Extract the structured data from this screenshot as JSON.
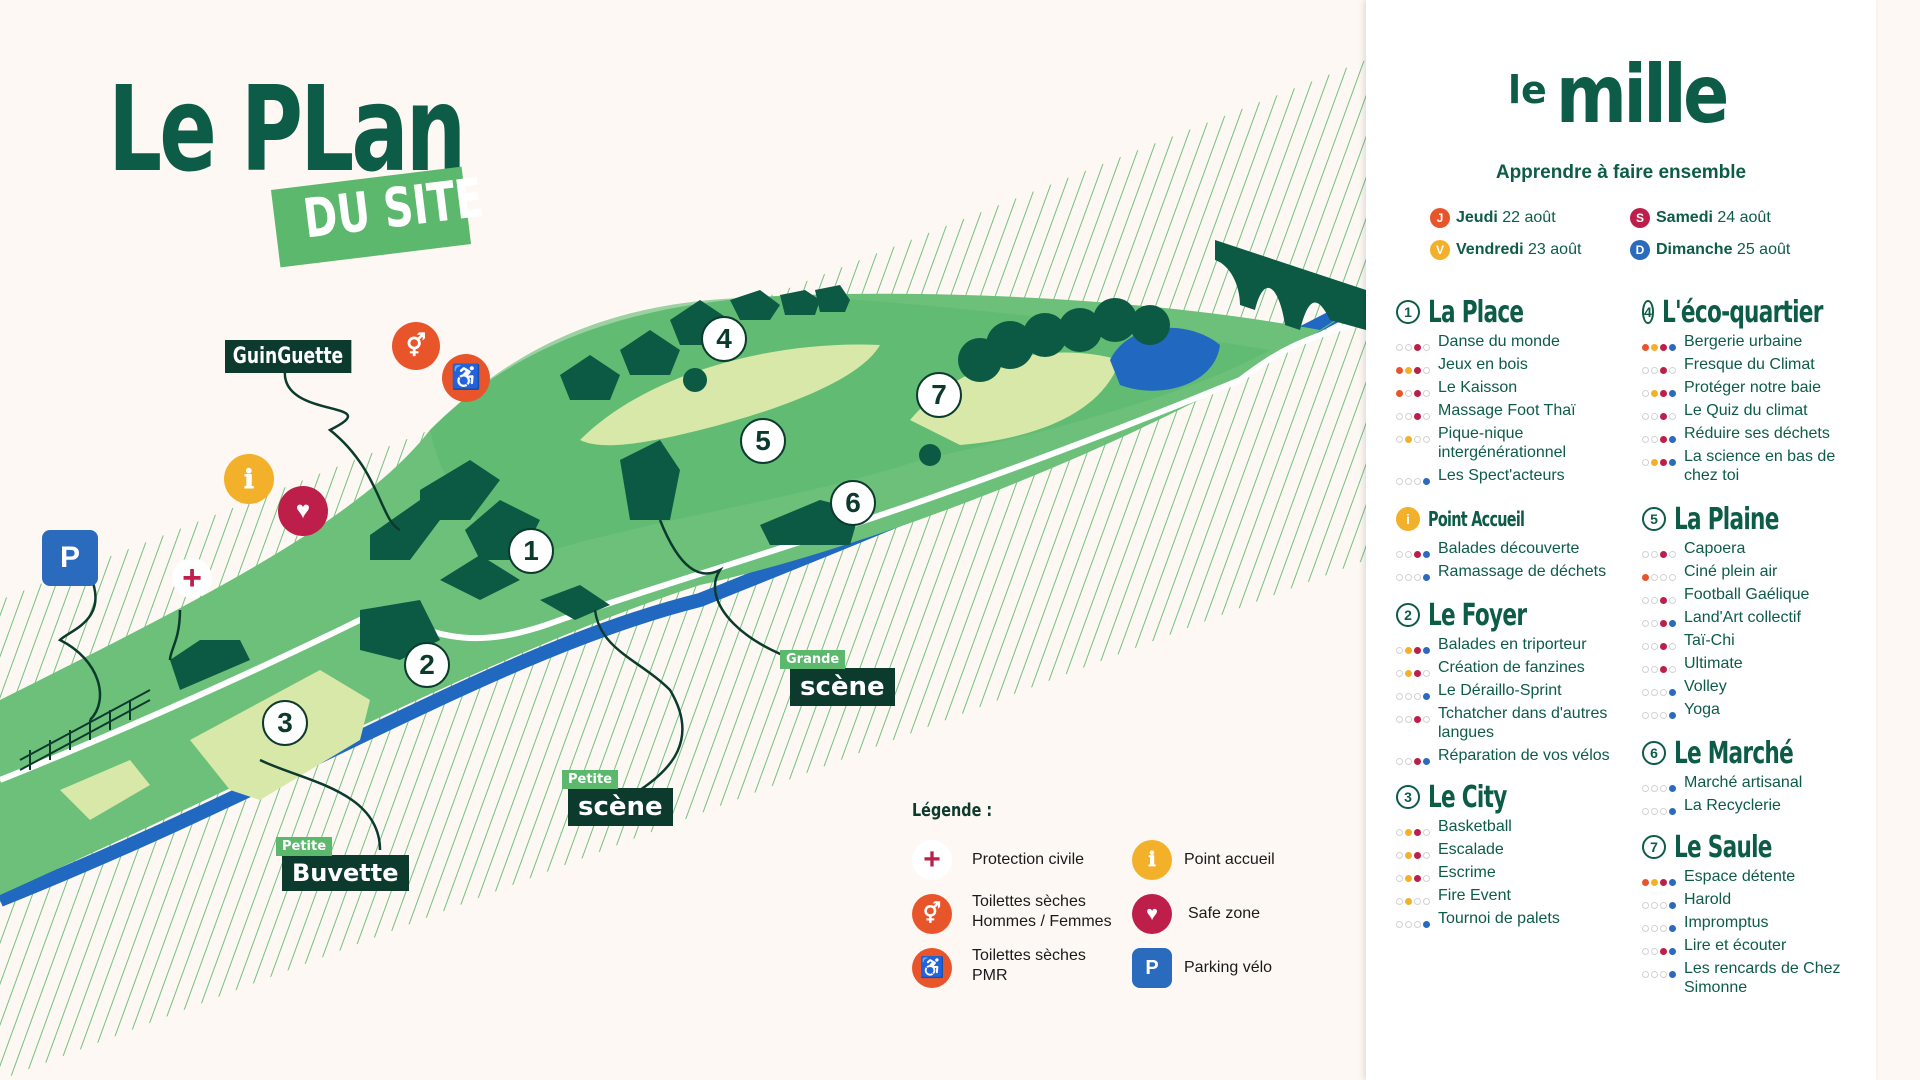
{
  "title": {
    "main": "Le PLan",
    "sub": "DU SITE"
  },
  "colors": {
    "dark_green": "#0c3b2e",
    "mid_green": "#5cb86c",
    "light_green": "#6cc07a",
    "pale": "#d8e8a8",
    "river": "#2068c0",
    "J": "#e8552b",
    "V": "#f3b02a",
    "S": "#bd1f4a",
    "D": "#2a6bbd",
    "background": "#fdf8f3"
  },
  "map_labels": {
    "guinguette": "GuinGuette",
    "grande_mini": "Grande",
    "grande": "scène",
    "petite_scene_mini": "Petite",
    "petite_scene": "scène",
    "petite_buvette_mini": "Petite",
    "petite_buvette": "Buvette",
    "numbers": [
      "1",
      "2",
      "3",
      "4",
      "5",
      "6",
      "7"
    ]
  },
  "map_icons": [
    "toilets-icon",
    "accessible-icon",
    "info-icon",
    "safe-zone-icon",
    "first-aid-icon",
    "bike-parking-icon"
  ],
  "legend": {
    "title": "Légende :",
    "items": [
      {
        "icon": "first-aid-icon",
        "label": "Protection civile"
      },
      {
        "icon": "info-icon",
        "label": "Point accueil"
      },
      {
        "icon": "toilets-icon",
        "label": "Toilettes sèches\nHommes / Femmes"
      },
      {
        "icon": "safe-zone-icon",
        "label": "Safe zone"
      },
      {
        "icon": "accessible-icon",
        "label": "Toilettes sèches\nPMR"
      },
      {
        "icon": "bike-parking-icon",
        "label": "Parking vélo"
      }
    ]
  },
  "panel": {
    "logo": {
      "le": "le",
      "name": "mille"
    },
    "tagline": "Apprendre à faire ensemble",
    "days": [
      {
        "letter": "J",
        "name": "Jeudi",
        "date": "22 août"
      },
      {
        "letter": "S",
        "name": "Samedi",
        "date": "24 août"
      },
      {
        "letter": "V",
        "name": "Vendredi",
        "date": "23 août"
      },
      {
        "letter": "D",
        "name": "Dimanche",
        "date": "25 août"
      }
    ],
    "left_sections": [
      {
        "num": "1",
        "title": "La Place",
        "activities": [
          {
            "label": "Danse du monde",
            "days": "S"
          },
          {
            "label": "Jeux en bois",
            "days": "JVS"
          },
          {
            "label": "Le Kaisson",
            "days": "JS"
          },
          {
            "label": "Massage Foot Thaï",
            "days": "S"
          },
          {
            "label": "Pique-nique intergénérationnel",
            "days": "V"
          },
          {
            "label": "Les Spect'acteurs",
            "days": "D"
          }
        ]
      },
      {
        "num": "i",
        "title": "Point Accueil",
        "activities": [
          {
            "label": "Balades découverte",
            "days": "SD"
          },
          {
            "label": "Ramassage de déchets",
            "days": "D"
          }
        ]
      },
      {
        "num": "2",
        "title": "Le Foyer",
        "activities": [
          {
            "label": "Balades en triporteur",
            "days": "VSD"
          },
          {
            "label": "Création de fanzines",
            "days": "VS"
          },
          {
            "label": "Le Déraillo-Sprint",
            "days": "D"
          },
          {
            "label": "Tchatcher dans d'autres langues",
            "days": "S"
          },
          {
            "label": "Réparation de vos vélos",
            "days": "SD"
          }
        ]
      },
      {
        "num": "3",
        "title": "Le City",
        "activities": [
          {
            "label": "Basketball",
            "days": "VS"
          },
          {
            "label": "Escalade",
            "days": "VS"
          },
          {
            "label": "Escrime",
            "days": "VS"
          },
          {
            "label": "Fire Event",
            "days": "V"
          },
          {
            "label": "Tournoi de palets",
            "days": "D"
          }
        ]
      }
    ],
    "right_sections": [
      {
        "num": "4",
        "title": "L'éco-quartier",
        "activities": [
          {
            "label": "Bergerie urbaine",
            "days": "JVSD"
          },
          {
            "label": "Fresque du Climat",
            "days": "S"
          },
          {
            "label": "Protéger notre baie",
            "days": "VSD"
          },
          {
            "label": "Le Quiz du climat",
            "days": "S"
          },
          {
            "label": "Réduire ses déchets",
            "days": "SD"
          },
          {
            "label": "La science en bas de chez toi",
            "days": "VSD"
          }
        ]
      },
      {
        "num": "5",
        "title": "La Plaine",
        "activities": [
          {
            "label": "Capoera",
            "days": "S"
          },
          {
            "label": "Ciné plein air",
            "days": "J"
          },
          {
            "label": "Football Gaélique",
            "days": "S"
          },
          {
            "label": "Land'Art collectif",
            "days": "SD"
          },
          {
            "label": "Taï-Chi",
            "days": "S"
          },
          {
            "label": "Ultimate",
            "days": "S"
          },
          {
            "label": "Volley",
            "days": "D"
          },
          {
            "label": "Yoga",
            "days": "D"
          }
        ]
      },
      {
        "num": "6",
        "title": "Le Marché",
        "activities": [
          {
            "label": "Marché artisanal",
            "days": "D"
          },
          {
            "label": "La Recyclerie",
            "days": "D"
          }
        ]
      },
      {
        "num": "7",
        "title": "Le Saule",
        "activities": [
          {
            "label": "Espace détente",
            "days": "JVSD"
          },
          {
            "label": "Harold",
            "days": "D"
          },
          {
            "label": "Impromptus",
            "days": "D"
          },
          {
            "label": "Lire et écouter",
            "days": "SD"
          },
          {
            "label": "Les rencards de Chez Simonne",
            "days": "D"
          }
        ]
      }
    ]
  }
}
